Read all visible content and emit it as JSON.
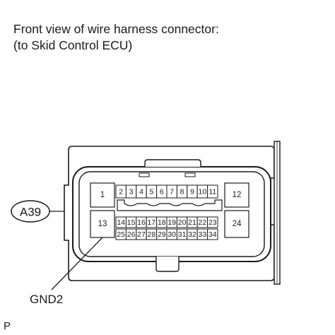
{
  "title": {
    "line1": "Front view of wire harness connector:",
    "line2": "(to Skid Control ECU)"
  },
  "connector": {
    "code": "A39",
    "pins_top_small": [
      "2",
      "3",
      "4",
      "5",
      "6",
      "7",
      "8",
      "9",
      "10",
      "11"
    ],
    "pins_mid_small": [
      "14",
      "15",
      "16",
      "17",
      "18",
      "19",
      "20",
      "21",
      "22",
      "23"
    ],
    "pins_bot_small": [
      "25",
      "26",
      "27",
      "28",
      "29",
      "30",
      "31",
      "32",
      "33",
      "34"
    ],
    "pin_left_top": "1",
    "pin_left_bottom": "13",
    "pin_right_top": "12",
    "pin_right_bottom": "24"
  },
  "callout": {
    "label": "GND2"
  },
  "corner_mark": "P"
}
